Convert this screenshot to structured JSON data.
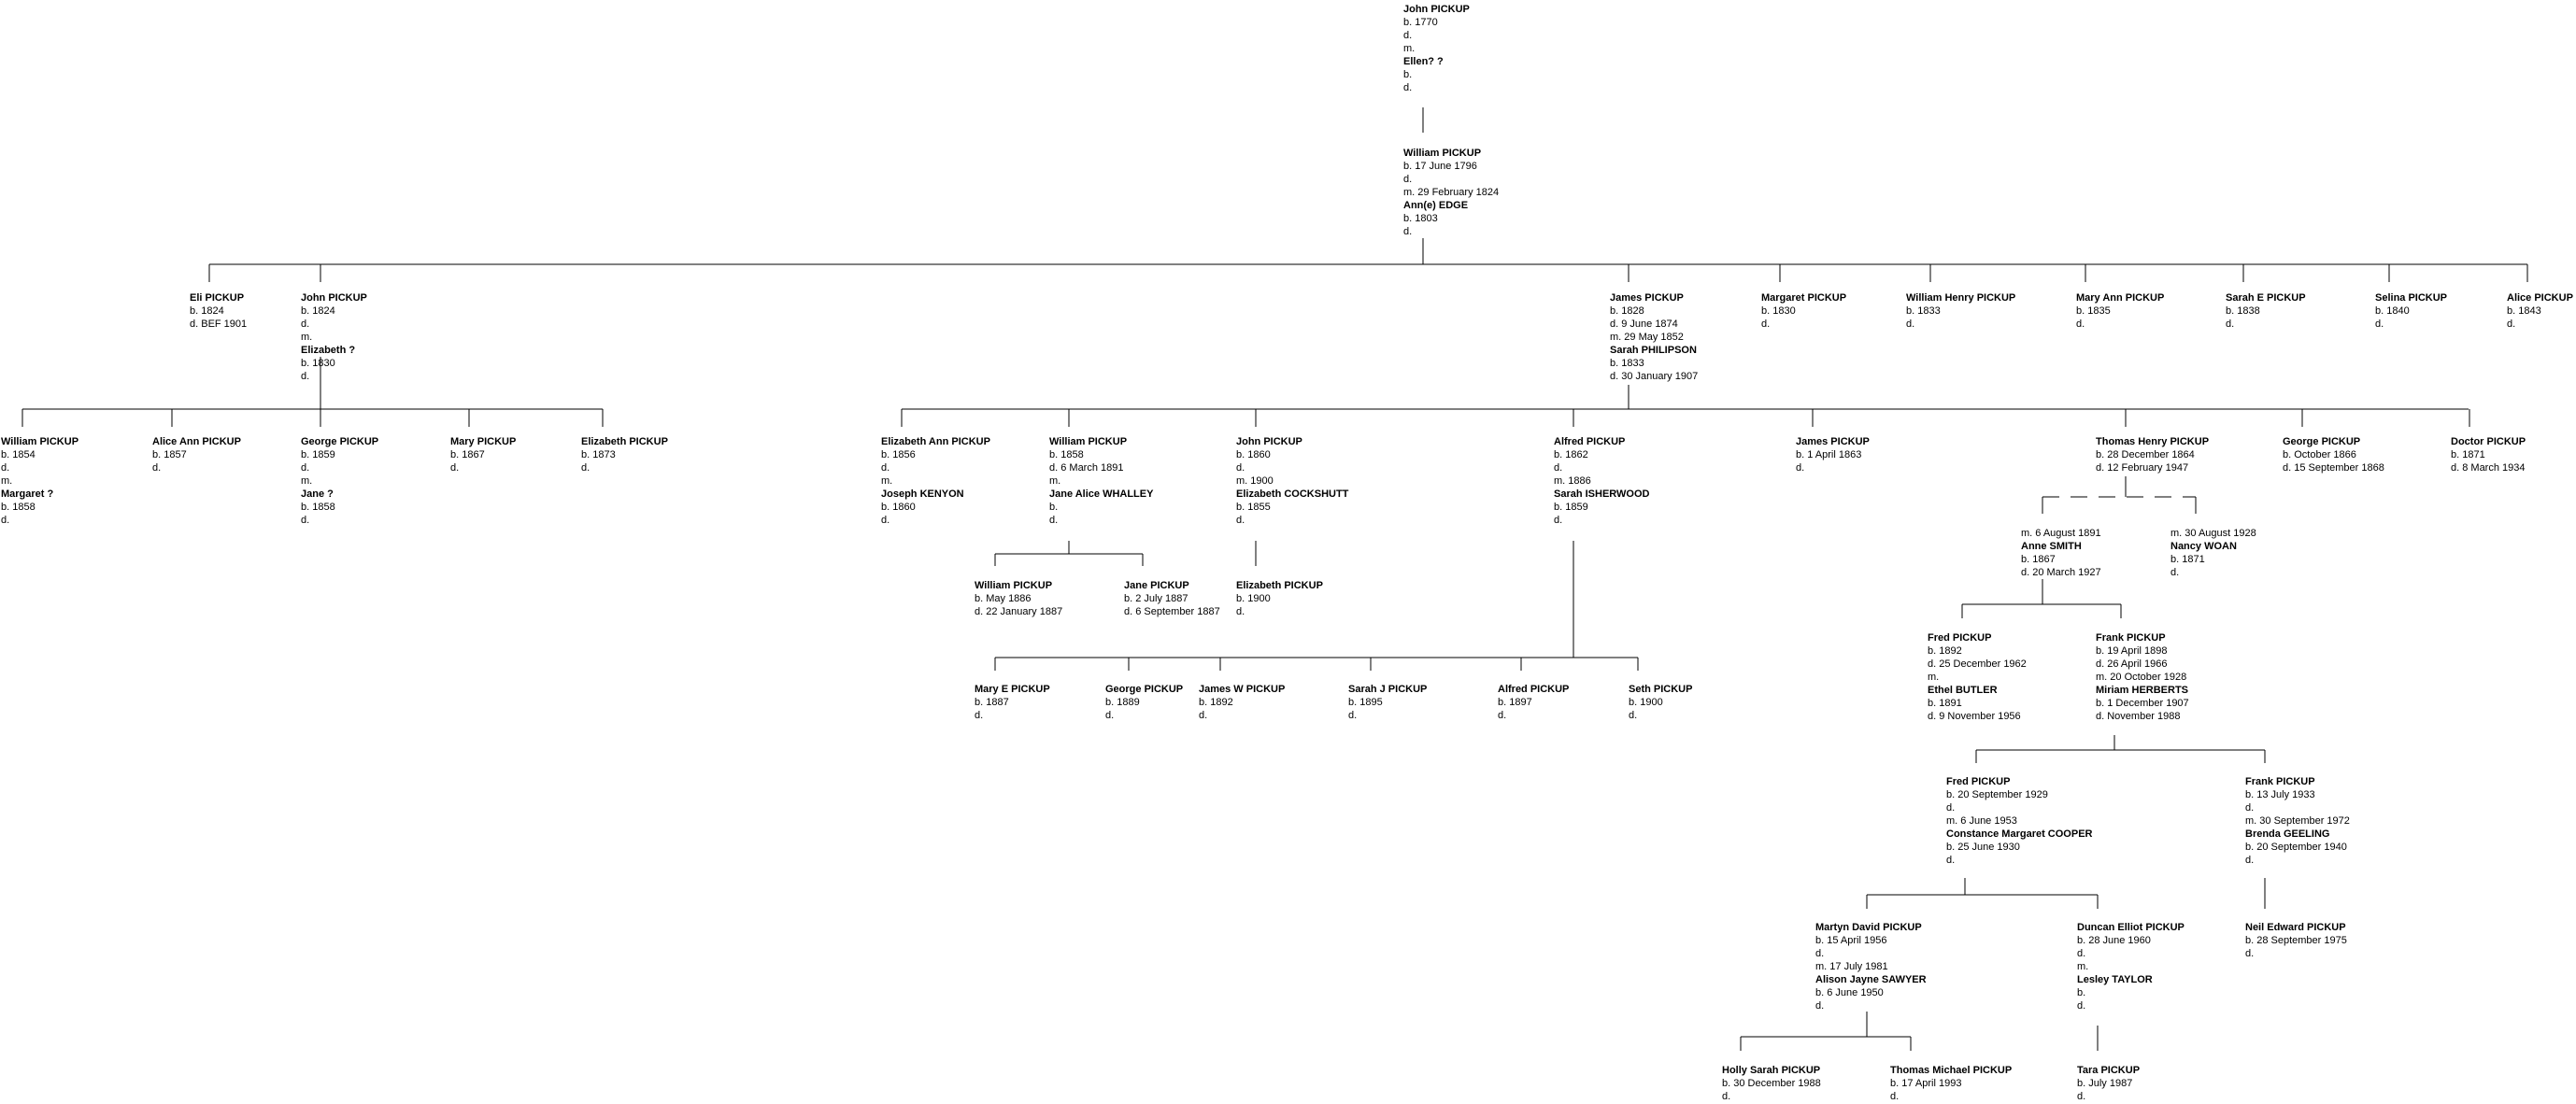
{
  "people": [
    {
      "id": "p1",
      "name": "John PICKUP",
      "details": [
        "b. 1770",
        "d.",
        "m."
      ],
      "spouse": "Ellen? ?",
      "spouse_details": [
        "b.",
        "d."
      ]
    },
    {
      "id": "p2",
      "name": "William PICKUP",
      "details": [
        "b. 17 June 1796",
        "d.",
        "m. 29 February 1824"
      ],
      "spouse": "Ann(e) EDGE",
      "spouse_details": [
        "b. 1803",
        "d."
      ]
    },
    {
      "id": "p3",
      "name": "Eli PICKUP",
      "details": [
        "b. 1824",
        "d. BEF 1901"
      ]
    },
    {
      "id": "p4",
      "name": "John PICKUP",
      "details": [
        "b. 1824",
        "d.",
        "m."
      ],
      "spouse": "Elizabeth ?",
      "spouse_details": [
        "b. 1830",
        "d."
      ]
    },
    {
      "id": "p5",
      "name": "James PICKUP",
      "details": [
        "b. 1828",
        "d. 9 June 1874",
        "m. 29 May 1852"
      ],
      "spouse": "Sarah PHILIPSON",
      "spouse_details": [
        "b. 1833",
        "d. 30 January 1907"
      ]
    },
    {
      "id": "p6",
      "name": "Margaret PICKUP",
      "details": [
        "b. 1830",
        "d."
      ]
    },
    {
      "id": "p7",
      "name": "William Henry PICKUP",
      "details": [
        "b. 1833",
        "d."
      ]
    },
    {
      "id": "p8",
      "name": "Mary Ann PICKUP",
      "details": [
        "b. 1835",
        "d."
      ]
    },
    {
      "id": "p9",
      "name": "Sarah E PICKUP",
      "details": [
        "b. 1838",
        "d."
      ]
    },
    {
      "id": "p10",
      "name": "Selina PICKUP",
      "details": [
        "b. 1840",
        "d."
      ]
    },
    {
      "id": "p11",
      "name": "Alice PICKUP",
      "details": [
        "b. 1843",
        "d."
      ]
    },
    {
      "id": "p12",
      "name": "William PICKUP",
      "details": [
        "b. 1854",
        "d.",
        "m."
      ],
      "spouse": "Margaret ?",
      "spouse_details": [
        "b. 1858",
        "d."
      ]
    },
    {
      "id": "p13",
      "name": "Alice Ann PICKUP",
      "details": [
        "b. 1857",
        "d."
      ]
    },
    {
      "id": "p14",
      "name": "George PICKUP",
      "details": [
        "b. 1859",
        "d.",
        "m."
      ],
      "spouse": "Jane ?",
      "spouse_details": [
        "b. 1858",
        "d."
      ]
    },
    {
      "id": "p15",
      "name": "Mary PICKUP",
      "details": [
        "b. 1867",
        "d."
      ]
    },
    {
      "id": "p16",
      "name": "Elizabeth PICKUP",
      "details": [
        "b. 1873",
        "d."
      ]
    },
    {
      "id": "p17",
      "name": "Elizabeth Ann PICKUP",
      "details": [
        "b. 1856",
        "d.",
        "m."
      ],
      "spouse": "Joseph KENYON",
      "spouse_details": [
        "b. 1860",
        "d."
      ]
    },
    {
      "id": "p18",
      "name": "William PICKUP",
      "details": [
        "b. 1858",
        "d. 6 March 1891",
        "m."
      ],
      "spouse": "Jane Alice WHALLEY",
      "spouse_details": [
        "b.",
        "d."
      ]
    },
    {
      "id": "p19",
      "name": "John PICKUP",
      "details": [
        "b. 1860",
        "d.",
        "m. 1900"
      ],
      "spouse": "Elizabeth COCKSHUTT",
      "spouse_details": [
        "b. 1855",
        "d."
      ]
    },
    {
      "id": "p20",
      "name": "Alfred PICKUP",
      "details": [
        "b. 1862",
        "d.",
        "m. 1886"
      ],
      "spouse": "Sarah ISHERWOOD",
      "spouse_details": [
        "b. 1859",
        "d."
      ]
    },
    {
      "id": "p21",
      "name": "James PICKUP",
      "details": [
        "b. 1 April 1863",
        "d."
      ]
    },
    {
      "id": "p22",
      "name": "Thomas Henry PICKUP",
      "details": [
        "b. 28 December 1864",
        "d. 12 February 1947"
      ]
    },
    {
      "id": "p23",
      "name": "George PICKUP",
      "details": [
        "b. October 1866",
        "d. 15 September 1868"
      ]
    },
    {
      "id": "p24",
      "name": "Doctor PICKUP",
      "details": [
        "b. 1871",
        "d. 8 March 1934"
      ]
    },
    {
      "id": "p25",
      "details": [
        "m. 6 August 1891"
      ],
      "spouse": "Anne SMITH",
      "spouse_details": [
        "b. 1867",
        "d. 20 March 1927"
      ]
    },
    {
      "id": "p26",
      "details": [
        "m. 30 August 1928"
      ],
      "spouse": "Nancy WOAN",
      "spouse_details": [
        "b. 1871",
        "d."
      ]
    },
    {
      "id": "p27",
      "name": "William PICKUP",
      "details": [
        "b. May 1886",
        "d. 22 January 1887"
      ]
    },
    {
      "id": "p28",
      "name": "Jane PICKUP",
      "details": [
        "b. 2 July 1887",
        "d. 6 September 1887"
      ]
    },
    {
      "id": "p29",
      "name": "Elizabeth PICKUP",
      "details": [
        "b. 1900",
        "d."
      ]
    },
    {
      "id": "p30",
      "name": "Fred PICKUP",
      "details": [
        "b. 1892",
        "d. 25 December 1962",
        "m."
      ],
      "spouse": "Ethel BUTLER",
      "spouse_details": [
        "b. 1891",
        "d. 9 November 1956"
      ]
    },
    {
      "id": "p31",
      "name": "Frank PICKUP",
      "details": [
        "b. 19 April 1898",
        "d. 26 April 1966",
        "m. 20 October 1928"
      ],
      "spouse": "Miriam HERBERTS",
      "spouse_details": [
        "b. 1 December 1907",
        "d. November 1988"
      ]
    },
    {
      "id": "p32",
      "name": "Mary E PICKUP",
      "details": [
        "b. 1887",
        "d."
      ]
    },
    {
      "id": "p33",
      "name": "George PICKUP",
      "details": [
        "b. 1889",
        "d."
      ]
    },
    {
      "id": "p34",
      "name": "James W PICKUP",
      "details": [
        "b. 1892",
        "d."
      ]
    },
    {
      "id": "p35",
      "name": "Sarah J PICKUP",
      "details": [
        "b. 1895",
        "d."
      ]
    },
    {
      "id": "p36",
      "name": "Alfred PICKUP",
      "details": [
        "b. 1897",
        "d."
      ]
    },
    {
      "id": "p37",
      "name": "Seth PICKUP",
      "details": [
        "b. 1900",
        "d."
      ]
    },
    {
      "id": "p38",
      "name": "Fred PICKUP",
      "details": [
        "b. 20 September 1929",
        "d.",
        "m. 6 June 1953"
      ],
      "spouse": "Constance Margaret COOPER",
      "spouse_details": [
        "b. 25 June 1930",
        "d."
      ]
    },
    {
      "id": "p39",
      "name": "Frank PICKUP",
      "details": [
        "b. 13 July 1933",
        "d.",
        "m. 30 September 1972"
      ],
      "spouse": "Brenda GEELING",
      "spouse_details": [
        "b. 20 September 1940",
        "d."
      ]
    },
    {
      "id": "p40",
      "name": "Martyn David PICKUP",
      "details": [
        "b. 15 April 1956",
        "d.",
        "m. 17 July 1981"
      ],
      "spouse": "Alison Jayne SAWYER",
      "spouse_details": [
        "b. 6 June 1950",
        "d."
      ]
    },
    {
      "id": "p41",
      "name": "Duncan Elliot PICKUP",
      "details": [
        "b. 28 June 1960",
        "d.",
        "m."
      ],
      "spouse": "Lesley TAYLOR",
      "spouse_details": [
        "b.",
        "d."
      ]
    },
    {
      "id": "p42",
      "name": "Neil Edward PICKUP",
      "details": [
        "b. 28 September 1975",
        "d."
      ]
    },
    {
      "id": "p43",
      "name": "Holly Sarah PICKUP",
      "details": [
        "b. 30 December 1988",
        "d."
      ]
    },
    {
      "id": "p44",
      "name": "Thomas Michael PICKUP",
      "details": [
        "b. 17 April 1993",
        "d."
      ]
    },
    {
      "id": "p45",
      "name": "Tara PICKUP",
      "details": [
        "b. July 1987",
        "d."
      ]
    }
  ]
}
